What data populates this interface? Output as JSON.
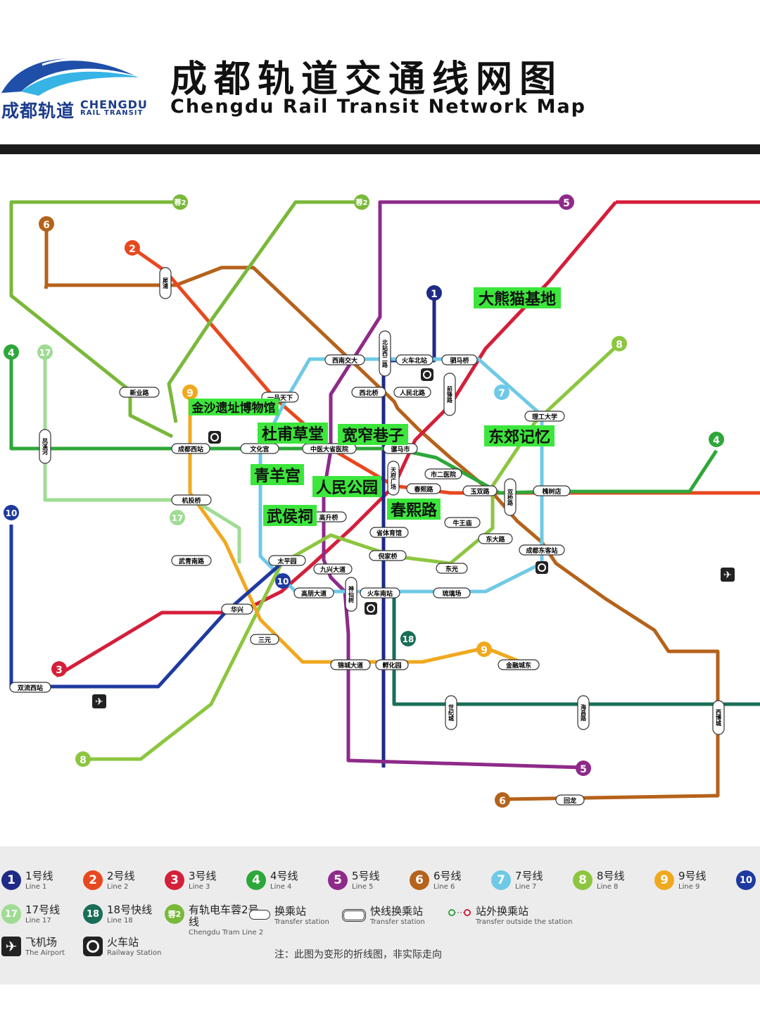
{
  "header": {
    "logo_cn": "成都轨道",
    "logo_en1": "CHENGDU",
    "logo_en2": "RAIL TRANSIT",
    "title_cn": "成都轨道交通线网图",
    "title_en": "Chengdu Rail Transit Network Map"
  },
  "colors": {
    "line1": "#1f2a86",
    "line2": "#e8481f",
    "line3": "#d41f3a",
    "line4": "#2ea73a",
    "line5": "#8e2a8a",
    "line6": "#b5621b",
    "line7": "#6fc9e6",
    "line8": "#8cc63f",
    "line9": "#f0a81e",
    "line10": "#1e3aa0",
    "line17": "#9fdc93",
    "line18": "#1a6e57",
    "tram2": "#7ab83a",
    "highlight": "#3ce63c"
  },
  "line_badges": [
    {
      "num": "6"
    },
    {
      "num": "2"
    },
    {
      "num": "1"
    },
    {
      "num": "5"
    },
    {
      "num": "4"
    },
    {
      "num": "17"
    },
    {
      "num": "9"
    },
    {
      "num": "7"
    },
    {
      "num": "8"
    },
    {
      "num": "4"
    },
    {
      "num": "10"
    },
    {
      "num": "17"
    },
    {
      "num": "10"
    },
    {
      "num": "3"
    },
    {
      "num": "18"
    },
    {
      "num": "9"
    },
    {
      "num": "8"
    },
    {
      "num": "5"
    },
    {
      "num": "6"
    },
    {
      "num": "蓉2"
    },
    {
      "num": "蓉2"
    }
  ],
  "highlights": [
    {
      "text": "大熊猫基地"
    },
    {
      "text": "金沙遗址博物馆"
    },
    {
      "text": "杜甫草堂"
    },
    {
      "text": "宽窄巷子"
    },
    {
      "text": "东郊记忆"
    },
    {
      "text": "青羊宫"
    },
    {
      "text": "人民公园"
    },
    {
      "text": "春熙路"
    },
    {
      "text": "武侯祠"
    }
  ],
  "stations": [
    "火车北站",
    "驷马桥",
    "西北桥",
    "人民北路",
    "西南交大",
    "新业路",
    "一品天下",
    "成都西站",
    "文化宫",
    "中医大省医院",
    "骡马市",
    "市二医院",
    "玉双路",
    "理工大学",
    "槐树店",
    "春熙路",
    "牛王庙",
    "东大路",
    "成都东客站",
    "省体育馆",
    "倪家桥",
    "太平园",
    "九兴大道",
    "高朋大道",
    "火车南站",
    "琉璃场",
    "东光",
    "武青南路",
    "华兴",
    "三元",
    "锦城大道",
    "孵化园",
    "金融城东",
    "双流西站",
    "回龙",
    "机投桥",
    "高升桥",
    "天府广场",
    "前锋路",
    "北站西二路",
    "双桥路",
    "神仙树",
    "世纪城",
    "海昌路",
    "西博城",
    "犀浦",
    "凤溪河"
  ],
  "legend": {
    "lines": [
      {
        "num": "1",
        "cn": "1号线",
        "en": "Line 1"
      },
      {
        "num": "2",
        "cn": "2号线",
        "en": "Line 2"
      },
      {
        "num": "3",
        "cn": "3号线",
        "en": "Line 3"
      },
      {
        "num": "4",
        "cn": "4号线",
        "en": "Line 4"
      },
      {
        "num": "5",
        "cn": "5号线",
        "en": "Line 5"
      },
      {
        "num": "6",
        "cn": "6号线",
        "en": "Line 6"
      },
      {
        "num": "7",
        "cn": "7号线",
        "en": "Line 7"
      },
      {
        "num": "8",
        "cn": "8号线",
        "en": "Line 8"
      },
      {
        "num": "9",
        "cn": "9号线",
        "en": "Line 9"
      },
      {
        "num": "10",
        "cn": "",
        "en": ""
      },
      {
        "num": "17",
        "cn": "17号线",
        "en": "Line 17"
      },
      {
        "num": "18",
        "cn": "18号快线",
        "en": "Line 18"
      },
      {
        "num": "蓉2",
        "cn": "有轨电车蓉2号线",
        "en": "Chengdu Tram Line 2"
      }
    ],
    "transfer_cn": "换乘站",
    "transfer_en": "Transfer station",
    "fast_transfer_cn": "快线换乘站",
    "fast_transfer_en": "Transfer station",
    "outside_transfer_cn": "站外换乘站",
    "outside_transfer_en": "Transfer outside the station",
    "airport_cn": "飞机场",
    "airport_en": "The Airport",
    "railway_cn": "火车站",
    "railway_en": "Railway Station",
    "note": "注：此图为变形的折线图，非实际走向"
  }
}
